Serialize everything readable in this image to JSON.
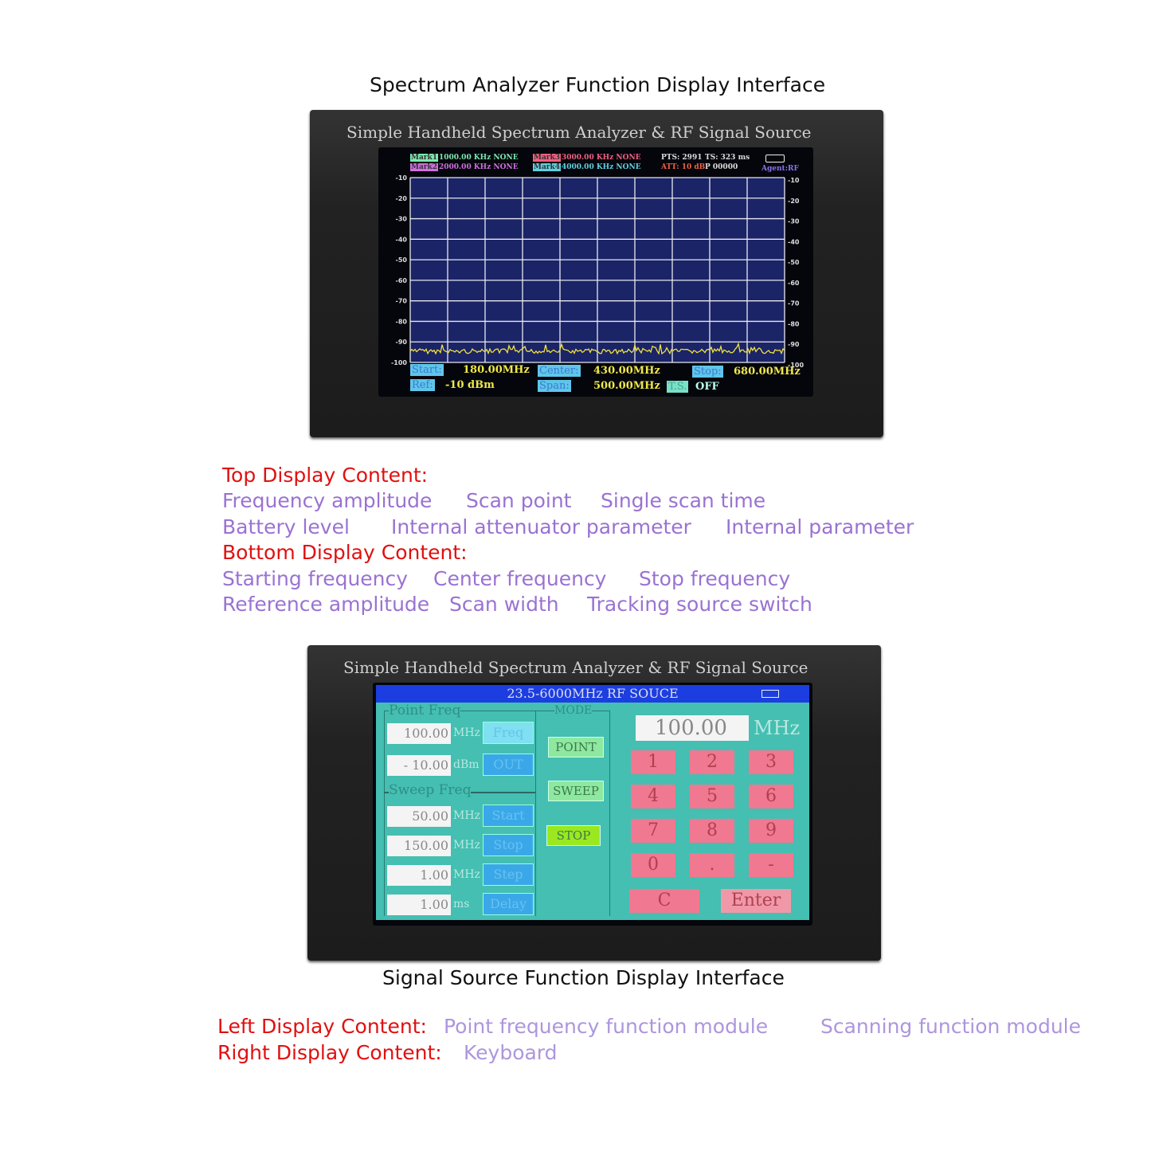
{
  "top_caption": "Spectrum Analyzer Function Display Interface",
  "analyzer": {
    "header": "Simple Handheld Spectrum Analyzer & RF Signal Source",
    "markers": [
      {
        "label": "Mark1",
        "value": "1000.00 KHz NONE",
        "color": "#7de8b0"
      },
      {
        "label": "Mark2",
        "value": "2000.00 KHz NONE",
        "color": "#d070e0"
      },
      {
        "label": "Mark3",
        "value": "3000.00 KHz NONE",
        "color": "#f06080"
      },
      {
        "label": "Mark4",
        "value": "4000.00 KHz NONE",
        "color": "#60d0e0"
      }
    ],
    "pts": "PTS: 2991",
    "ts": "TS: 323 ms",
    "att": "ATT: 10 dB",
    "p": "P 00000",
    "agent": "Agent:RF",
    "battery": "battery-icon",
    "y_ticks": [
      "-10",
      "-20",
      "-30",
      "-40",
      "-50",
      "-60",
      "-70",
      "-80",
      "-90",
      "-100"
    ],
    "start_label": "Start:",
    "start": "180.00MHz",
    "center_label": "Center:",
    "center": "430.00MHz",
    "stop_label": "Stop:",
    "stop": "680.00MHz",
    "ref_label": "Ref:",
    "ref": "-10 dBm",
    "span_label": "Span:",
    "span": "500.00MHz",
    "ts_label": "T.S.",
    "ts_state": "OFF"
  },
  "top_content": {
    "title": "Top Display Content:",
    "row1": [
      "Frequency amplitude",
      "Scan point",
      "Single scan time"
    ],
    "row2": [
      "Battery level",
      "Internal attenuator parameter",
      "Internal parameter"
    ]
  },
  "bottom_content": {
    "title": "Bottom Display Content:",
    "row1": [
      "Starting frequency",
      "Center frequency",
      "Stop frequency"
    ],
    "row2": [
      "Reference amplitude",
      "Scan width",
      "Tracking source switch"
    ]
  },
  "source": {
    "header": "Simple Handheld Spectrum Analyzer & RF Signal Source",
    "title": "23.5-6000MHz  RF SOUCE",
    "point_group": "Point Freq",
    "mode_group": "MODE",
    "sweep_group": "Sweep Freq",
    "freq_value": "100.00",
    "freq_unit": "MHz",
    "freq_btn": "Freq",
    "out_value": "- 10.00",
    "out_unit": "dBm",
    "out_btn": "OUT",
    "start_value": "50.00",
    "start_unit": "MHz",
    "start_btn": "Start",
    "stop_value": "150.00",
    "stop_unit": "MHz",
    "stop_btn": "Stop",
    "step_value": "1.00",
    "step_unit": "MHz",
    "step_btn": "Step",
    "delay_value": "1.00",
    "delay_unit": "ms",
    "delay_btn": "Delay",
    "modes": [
      "POINT",
      "SWEEP",
      "STOP"
    ],
    "display": "100.00",
    "display_unit": "MHz",
    "keys": [
      "1",
      "2",
      "3",
      "4",
      "5",
      "6",
      "7",
      "8",
      "9",
      "0",
      ".",
      "-"
    ],
    "clear": "C",
    "enter": "Enter"
  },
  "bottom_caption": "Signal Source Function Display Interface",
  "left_content": {
    "title": "Left Display Content:",
    "items": [
      "Point frequency function module",
      "Scanning function module"
    ]
  },
  "right_content": {
    "title": "Right Display Content:",
    "items": [
      "Keyboard"
    ]
  }
}
